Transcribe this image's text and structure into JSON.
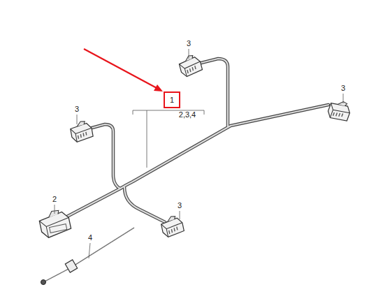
{
  "diagram": {
    "nodes": [
      {
        "text": [
          "1"
        ]
      }
    ],
    "labels": [
      "3",
      "3",
      "3",
      "2,3,4",
      "2",
      "3",
      "4"
    ]
  }
}
